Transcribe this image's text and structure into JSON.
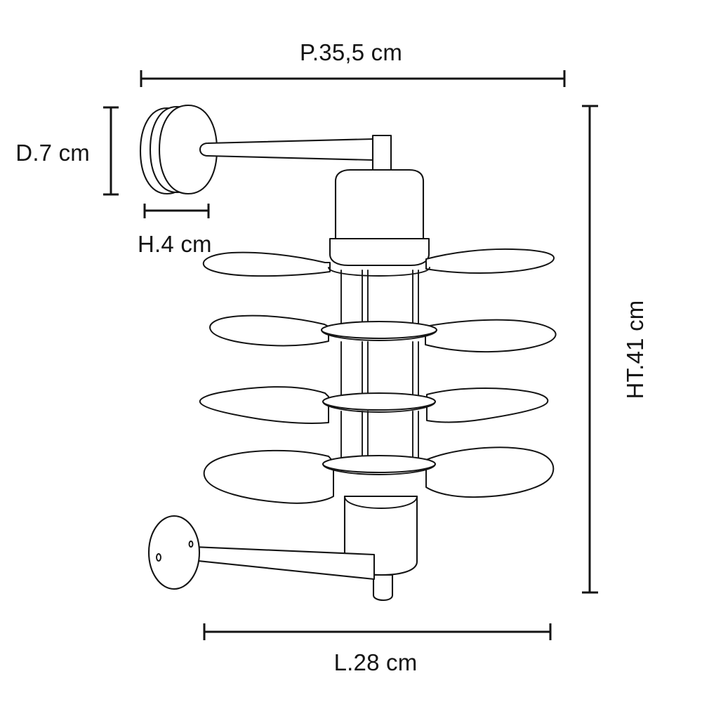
{
  "drawing": {
    "title": "Wall sconce dimension drawing",
    "background_color": "#ffffff",
    "line_color": "#141414",
    "dimensions": {
      "depth": {
        "label": "P.35,5 cm",
        "value": 35.5,
        "unit": "cm",
        "prefix": "P.",
        "orientation": "horizontal",
        "position": "top"
      },
      "plate_diameter": {
        "label": "D.7 cm",
        "value": 7,
        "unit": "cm",
        "prefix": "D.",
        "orientation": "vertical",
        "position": "left"
      },
      "plate_height": {
        "label": "H.4 cm",
        "value": 4,
        "unit": "cm",
        "prefix": "H.",
        "orientation": "horizontal",
        "position": "upper-left"
      },
      "total_height": {
        "label": "HT.41 cm",
        "value": 41,
        "unit": "cm",
        "prefix": "HT.",
        "orientation": "vertical-rotated",
        "position": "right"
      },
      "width": {
        "label": "L.28 cm",
        "value": 28,
        "unit": "cm",
        "prefix": "L.",
        "orientation": "horizontal",
        "position": "bottom"
      }
    },
    "product_parts": [
      "top-wall-plate",
      "top-support-arm",
      "top-cylinder-body",
      "central-frame-rods",
      "leaf-shade-row-1",
      "leaf-shade-row-2",
      "leaf-shade-row-3",
      "leaf-shade-row-4",
      "bottom-cylinder-body",
      "bottom-support-arm",
      "bottom-wall-plate"
    ]
  }
}
